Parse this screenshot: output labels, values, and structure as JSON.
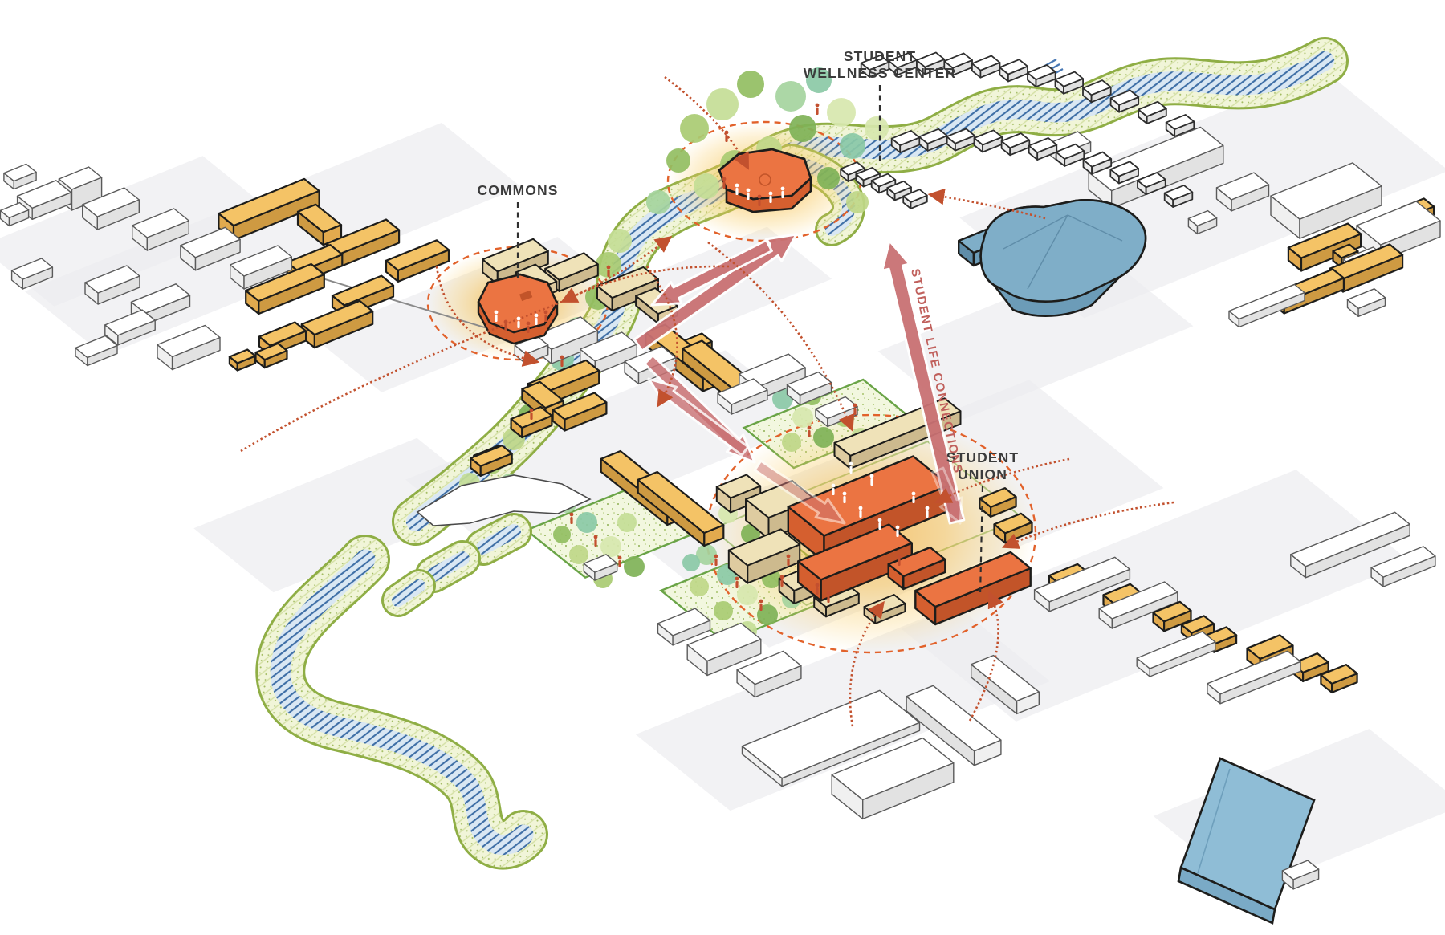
{
  "diagram": {
    "type": "campus-master-plan-axonometric",
    "labels": {
      "wellness_line1": "STUDENT",
      "wellness_line2": "WELLNESS CENTER",
      "commons": "COMMONS",
      "union_line1": "STUDENT",
      "union_line2": "UNION",
      "connection": "STUDENT LIFE CONNECTIONS"
    }
  },
  "colors": {
    "arrow": "#C97173",
    "arrow_outline": "#FFFFFF",
    "dotted_arc": "#C2512E",
    "halo_core": "#F5A823",
    "halo_mid": "#F6BC43",
    "halo_dash": "#E2622B",
    "yellow_top": "#F4C366",
    "yellow_s1": "#E2AA4E",
    "yellow_s2": "#CE9A42",
    "tan_top": "#EFE2B8",
    "tan_s1": "#DECBA0",
    "tan_s2": "#CDBA8E",
    "orange_top": "#EB7442",
    "orange_s1": "#D55F2F",
    "orange_s2": "#C25429",
    "white_top": "#FFFFFF",
    "white_s1": "#F0F0F0",
    "white_s2": "#E2E2E2",
    "blue_top": "#7FAEC8",
    "blue_s1": "#6C9CB8",
    "blue_s2": "#5F8DA9",
    "slab_top": "#8FBDD6",
    "slab_s1": "#7AAAC6",
    "outline_dark": "#1D1D1B",
    "outline_light": "#5A5A5A",
    "stream_blue": "#3F6FA6",
    "stream_bg": "#D9E7F3",
    "bank_green": "#8FAE45",
    "bank_bg": "#F1F5D8",
    "lawn_border": "#6AA447",
    "lawn_bg": "#F2F7DF",
    "ground": "#EDEDEF",
    "label_text": "#3B3B3B",
    "connection_text": "#C0605C",
    "figure_red": "#C34F2F",
    "tree_greens": [
      "#A9CB72",
      "#C4DD96",
      "#93BE62",
      "#A5D49E",
      "#8BC9A6",
      "#D7E7AE",
      "#7FB257",
      "#BFD788"
    ]
  }
}
